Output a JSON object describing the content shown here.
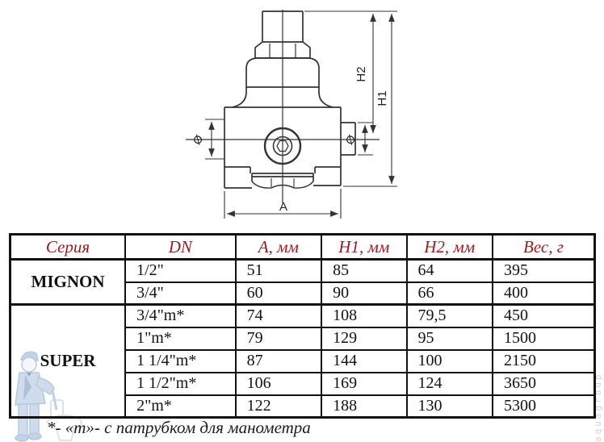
{
  "drawing": {
    "labels": {
      "h1": "H1",
      "h2": "H2",
      "a": "A",
      "dia_left": "Ø",
      "dia_right": "Ø"
    }
  },
  "table": {
    "headers": [
      "Серия",
      "DN",
      "A, мм",
      "H1, мм",
      "H2, мм",
      "Вес, г"
    ],
    "groups": [
      {
        "series": "MIGNON",
        "rows": [
          [
            "1/2\"",
            "51",
            "85",
            "64",
            "395"
          ],
          [
            "3/4\"",
            "60",
            "90",
            "66",
            "400"
          ]
        ]
      },
      {
        "series": "SUPER",
        "rows": [
          [
            "3/4\"m*",
            "74",
            "108",
            "79,5",
            "450"
          ],
          [
            "1\"m*",
            "79",
            "129",
            "95",
            "1500"
          ],
          [
            "1 1/4\"m*",
            "87",
            "144",
            "100",
            "2150"
          ],
          [
            "1 1/2\"m*",
            "106",
            "169",
            "124",
            "3650"
          ],
          [
            "2\"m*",
            "122",
            "188",
            "130",
            "5300"
          ]
        ]
      }
    ]
  },
  "footnote": "*- «т»- с патрубком для манометра",
  "watermark": {
    "vertical_text": "aquagroup"
  },
  "colors": {
    "header_red": "#9b1c20",
    "drawing_line": "#333333",
    "watermark_blue": "#a7c0dd"
  }
}
